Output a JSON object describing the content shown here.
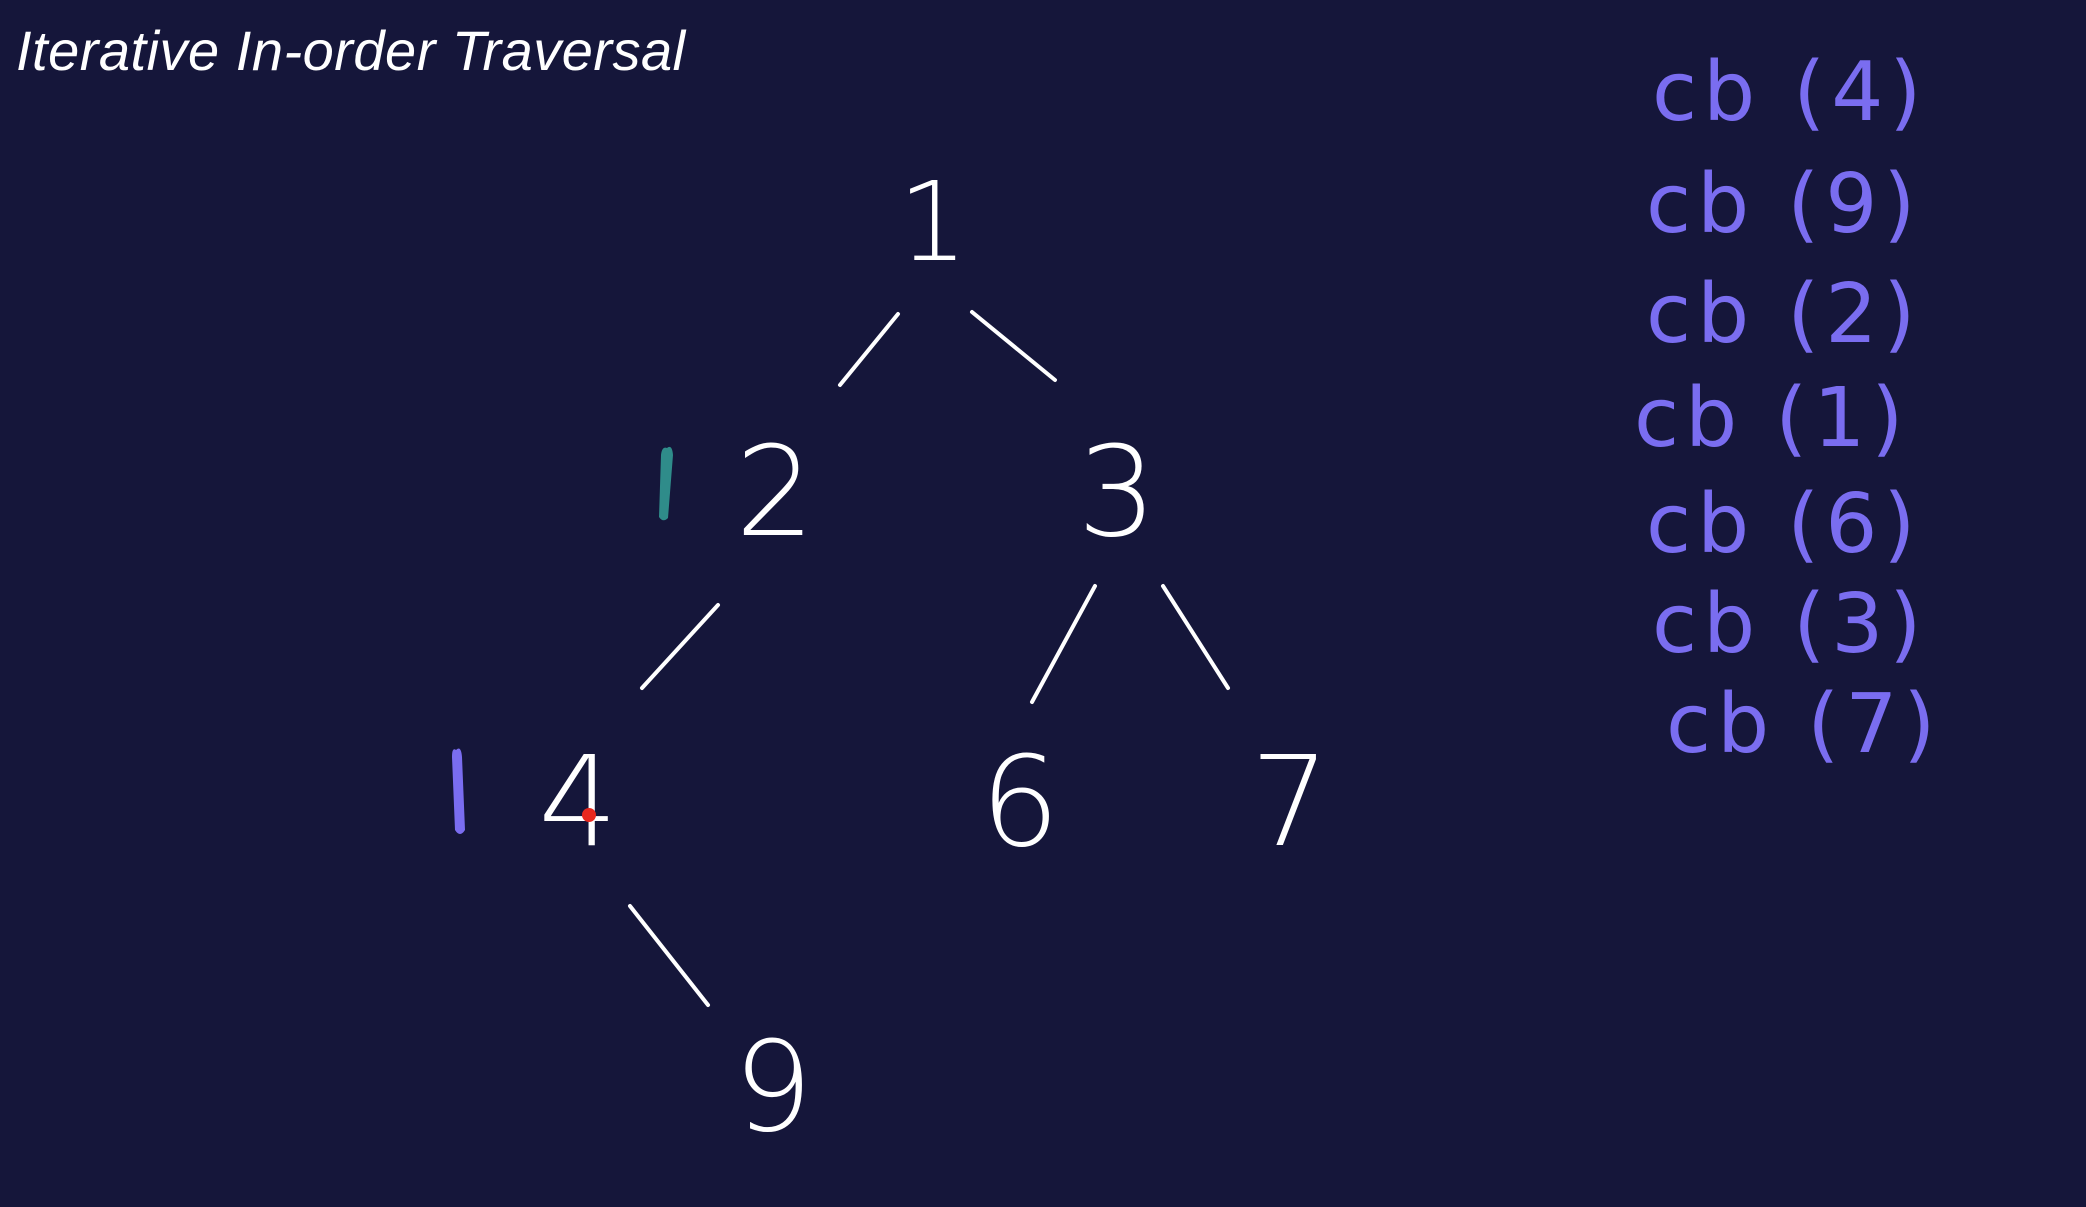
{
  "title": "Iterative In-order Traversal",
  "colors": {
    "background": "#15163a",
    "ink": "#ffffff",
    "callback_ink": "#7a6df0",
    "marker_teal": "#2f8c8a",
    "marker_purple": "#7a6df0",
    "pointer_red": "#e8281e"
  },
  "tree": {
    "nodes": [
      {
        "id": "n1",
        "label": "1"
      },
      {
        "id": "n2",
        "label": "2"
      },
      {
        "id": "n3",
        "label": "3"
      },
      {
        "id": "n4",
        "label": "4"
      },
      {
        "id": "n6",
        "label": "6"
      },
      {
        "id": "n7",
        "label": "7"
      },
      {
        "id": "n9",
        "label": "9"
      }
    ],
    "edges": [
      {
        "from": "n1",
        "to": "n2"
      },
      {
        "from": "n1",
        "to": "n3"
      },
      {
        "from": "n2",
        "to": "n4"
      },
      {
        "from": "n3",
        "to": "n6"
      },
      {
        "from": "n3",
        "to": "n7"
      },
      {
        "from": "n4",
        "to": "n9"
      }
    ]
  },
  "callback_log": [
    "cb (4)",
    "cb (9)",
    "cb (2)",
    "cb (1)",
    "cb (6)",
    "cb (3)",
    "cb (7)"
  ]
}
